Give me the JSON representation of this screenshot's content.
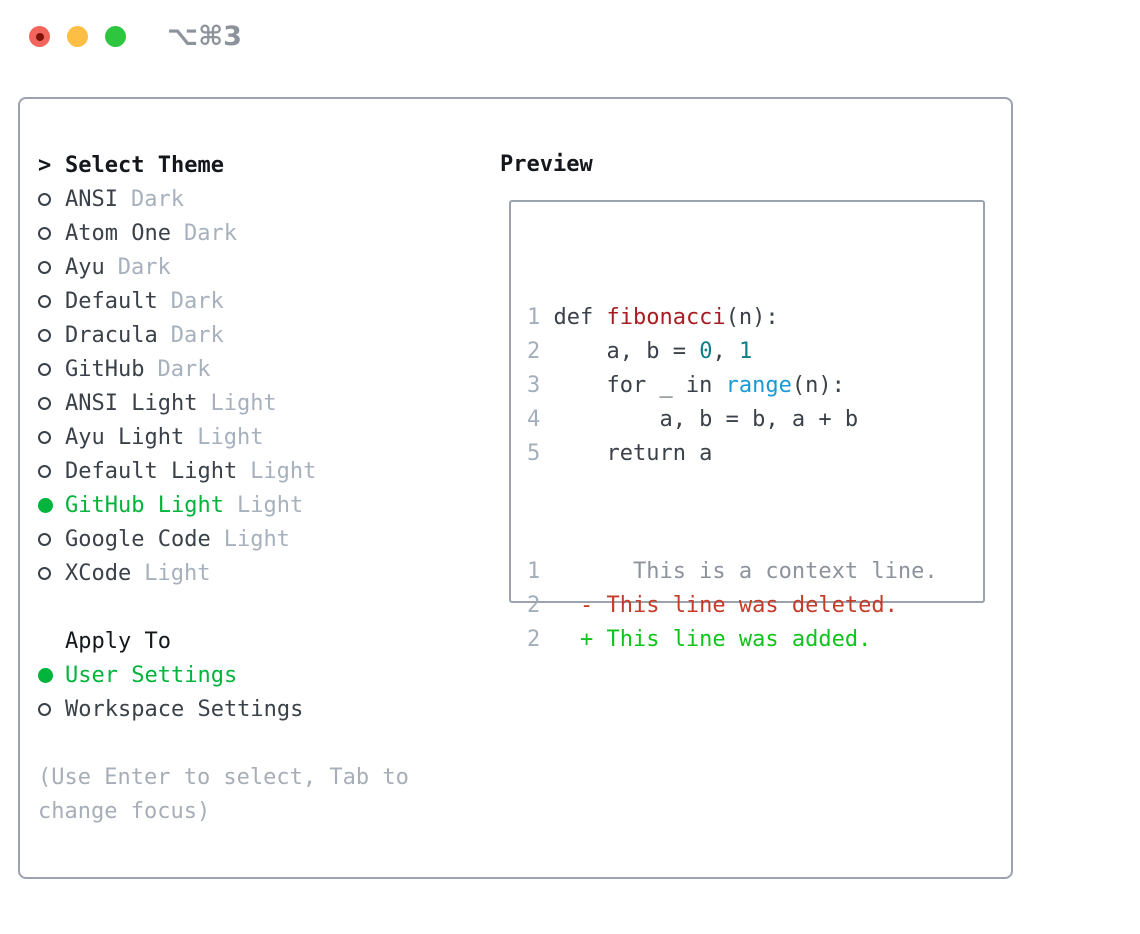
{
  "window": {
    "title": "⌥⌘3"
  },
  "icons": {
    "close_button": "red-circle-with-dot",
    "minimize_button": "yellow-circle",
    "zoom_button": "green-circle",
    "radio_unselected": "hollow-circle",
    "radio_selected": "filled-green-circle",
    "cursor": "right-angle-bracket"
  },
  "theme_panel": {
    "cursor": ">",
    "header": "Select Theme",
    "items": [
      {
        "label": "ANSI",
        "tag": "Dark",
        "selected": false
      },
      {
        "label": "Atom One",
        "tag": "Dark",
        "selected": false
      },
      {
        "label": "Ayu",
        "tag": "Dark",
        "selected": false
      },
      {
        "label": "Default",
        "tag": "Dark",
        "selected": false
      },
      {
        "label": "Dracula",
        "tag": "Dark",
        "selected": false
      },
      {
        "label": "GitHub",
        "tag": "Dark",
        "selected": false
      },
      {
        "label": "ANSI Light",
        "tag": "Light",
        "selected": false
      },
      {
        "label": "Ayu Light",
        "tag": "Light",
        "selected": false
      },
      {
        "label": "Default Light",
        "tag": "Light",
        "selected": false
      },
      {
        "label": "GitHub Light",
        "tag": "Light",
        "selected": true
      },
      {
        "label": "Google Code",
        "tag": "Light",
        "selected": false
      },
      {
        "label": "XCode",
        "tag": "Light",
        "selected": false
      }
    ]
  },
  "apply_panel": {
    "header": "Apply To",
    "items": [
      {
        "label": "User Settings",
        "selected": true
      },
      {
        "label": "Workspace Settings",
        "selected": false
      }
    ]
  },
  "help": {
    "line1": "(Use Enter to select, Tab to",
    "line2": "change focus)"
  },
  "preview": {
    "header": "Preview",
    "code_lines": [
      {
        "number": "1",
        "tokens": [
          {
            "t": "def ",
            "c": "code"
          },
          {
            "t": "fibonacci",
            "c": "func"
          },
          {
            "t": "(n):",
            "c": "code"
          }
        ]
      },
      {
        "number": "2",
        "tokens": [
          {
            "t": "    a, b = ",
            "c": "code"
          },
          {
            "t": "0",
            "c": "num"
          },
          {
            "t": ", ",
            "c": "code"
          },
          {
            "t": "1",
            "c": "num"
          }
        ]
      },
      {
        "number": "3",
        "tokens": [
          {
            "t": "    for _ in ",
            "c": "code"
          },
          {
            "t": "range",
            "c": "builtin"
          },
          {
            "t": "(n):",
            "c": "code"
          }
        ]
      },
      {
        "number": "4",
        "tokens": [
          {
            "t": "        a, b = b, a + b",
            "c": "code"
          }
        ]
      },
      {
        "number": "5",
        "tokens": [
          {
            "t": "    return a",
            "c": "code"
          }
        ]
      }
    ],
    "diff_lines": [
      {
        "number": "1",
        "tokens": [
          {
            "t": "      This is a context line.",
            "c": "context"
          }
        ]
      },
      {
        "number": "2",
        "tokens": [
          {
            "t": "  - This line was deleted.",
            "c": "deleted"
          }
        ]
      },
      {
        "number": "2",
        "tokens": [
          {
            "t": "  + This line was added.",
            "c": "added"
          }
        ]
      }
    ]
  },
  "colors": {
    "header": "#14181d",
    "code_text": "#3a4149",
    "muted": "#a7b1bd",
    "line_number": "#a3aebc",
    "help": "#a7aeb8",
    "context": "#8d939c",
    "accent_green": "#00b43c",
    "diff_added": "#11c31c",
    "diff_deleted": "#c53b28",
    "syntax_function": "#a81d22",
    "syntax_builtin": "#1899d6",
    "syntax_number": "#117e87",
    "border": "#9aa3ae",
    "title_gray": "#8d939c",
    "traffic_red": "#f2655c",
    "traffic_red_dot": "#7e150b",
    "traffic_yellow": "#fcbe44",
    "traffic_green": "#2fc63f"
  }
}
